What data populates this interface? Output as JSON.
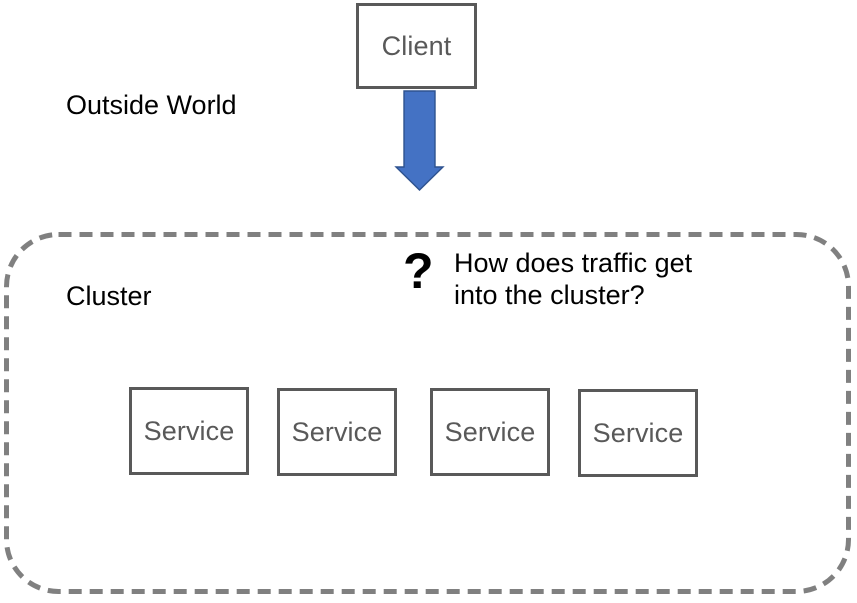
{
  "diagram": {
    "title_nodes": {
      "client": {
        "label": "Client"
      },
      "outside_world": {
        "label": "Outside World"
      },
      "cluster": {
        "label": "Cluster"
      }
    },
    "annotation": {
      "marker": "?",
      "line1": "How does traffic get",
      "line2": "into the cluster?"
    },
    "services": [
      {
        "label": "Service"
      },
      {
        "label": "Service"
      },
      {
        "label": "Service"
      },
      {
        "label": "Service"
      }
    ],
    "colors": {
      "box_border": "#595959",
      "box_text": "#595959",
      "arrow_fill": "#4472C4",
      "arrow_stroke": "#2E528F",
      "cluster_border": "#808080",
      "label_text": "#000000",
      "background": "#ffffff"
    },
    "icons": {
      "arrow": "down-arrow-icon",
      "question": "question-mark-icon"
    }
  }
}
